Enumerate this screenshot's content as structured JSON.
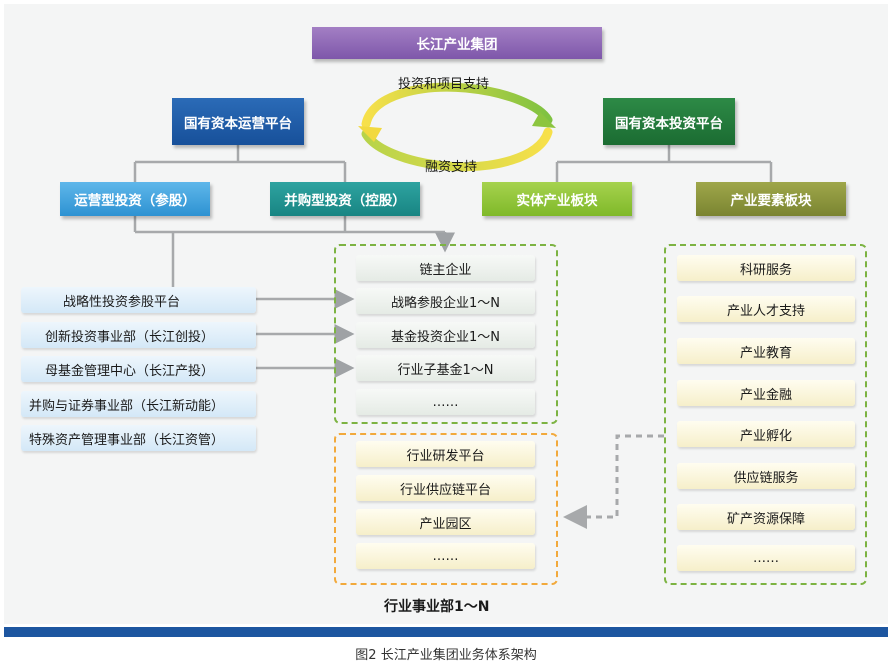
{
  "top": {
    "group": "长江产业集团"
  },
  "cycle": {
    "upper": "投资和项目支持",
    "lower": "融资支持"
  },
  "platforms": {
    "operation": "国有资本运营平台",
    "investment": "国有资本投资平台"
  },
  "subs": {
    "operational_invest": "运营型投资（参股）",
    "ma_invest": "并购型投资（控股）",
    "industry_segment": "实体产业板块",
    "factor_segment": "产业要素板块"
  },
  "left_departments": [
    "战略性投资参股平台",
    "创新投资事业部（长江创投）",
    "母基金管理中心（长江产投）",
    "并购与证券事业部（长江新动能）",
    "特殊资产管理事业部（长江资管）"
  ],
  "center_green": [
    "链主企业",
    "战略参股企业1～N",
    "基金投资企业1～N",
    "行业子基金1～N",
    "……"
  ],
  "center_orange": [
    "行业研发平台",
    "行业供应链平台",
    "产业园区",
    "……"
  ],
  "center_orange_caption": "行业事业部1～N",
  "right_items": [
    "科研服务",
    "产业人才支持",
    "产业教育",
    "产业金融",
    "产业孵化",
    "供应链服务",
    "矿产资源保障",
    "……"
  ],
  "caption": "图2   长江产业集团业务体系架构",
  "colors": {
    "purple": "#8b67b5",
    "navy": "#1f5ea8",
    "dark_green": "#227a3b",
    "sky_blue": "#3ea2de",
    "teal": "#219592",
    "lime": "#8dc43a",
    "olive": "#8a933c",
    "connector": "#a7a9ab",
    "bottom_bar": "#1d56a0"
  }
}
